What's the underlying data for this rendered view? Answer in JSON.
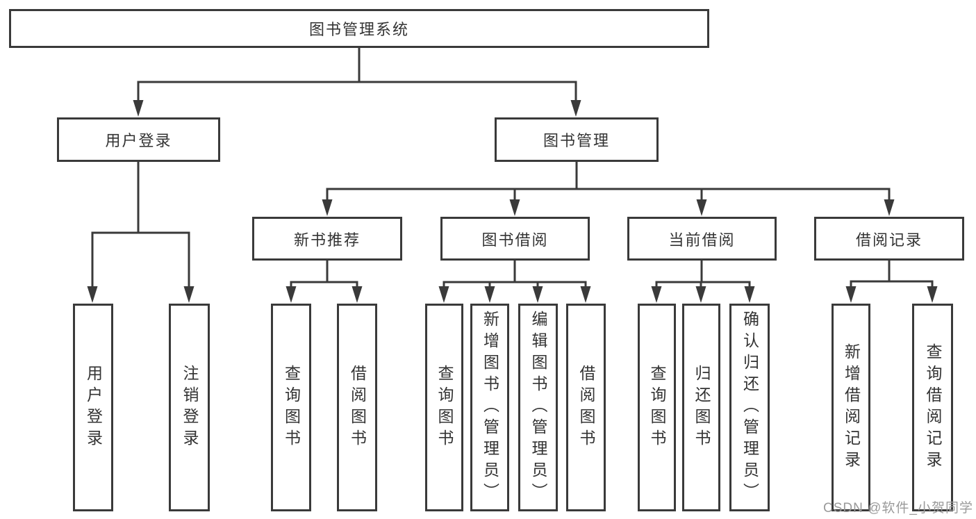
{
  "diagram": {
    "title": "图书管理系统",
    "level2": [
      "用户登录",
      "图书管理"
    ],
    "level3": [
      "新书推荐",
      "图书借阅",
      "当前借阅",
      "借阅记录"
    ],
    "leaves": {
      "user": [
        "用户登录",
        "注销登录"
      ],
      "recommend": [
        "查询图书",
        "借阅图书"
      ],
      "borrow": [
        "查询图书",
        "新增图书（管理员）",
        "编辑图书（管理员）",
        "借阅图书"
      ],
      "current": [
        "查询图书",
        "归还图书",
        "确认归还（管理员）"
      ],
      "records": [
        "新增借阅记录",
        "查询借阅记录"
      ]
    }
  },
  "watermark": "CSDN @软件_小贺同学",
  "colors": {
    "line": "#3a3a3a",
    "text": "#333333",
    "box_fill": "#ffffff",
    "watermark": "#9a9a9a",
    "background": "#ffffff"
  }
}
